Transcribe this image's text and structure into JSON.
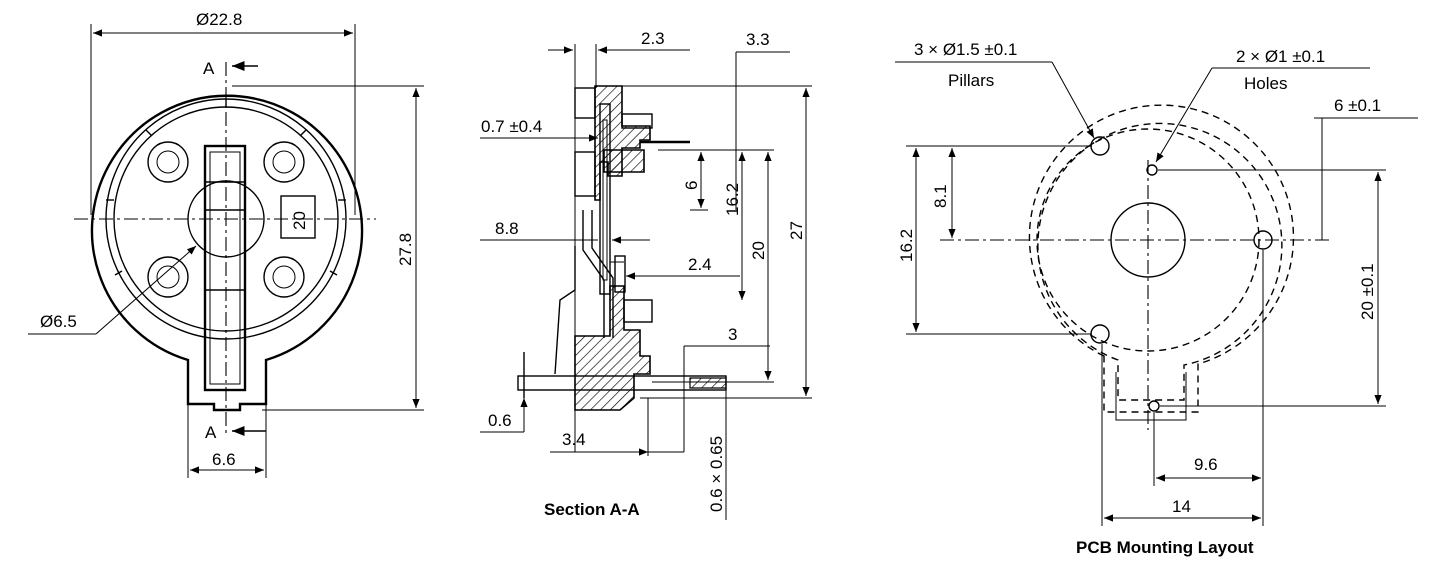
{
  "front_view": {
    "dim_diameter": "Ø22.8",
    "dim_height": "27.8",
    "dim_width": "6.6",
    "dim_center_hole": "Ø6.5",
    "box_value": "20",
    "section_mark": "A"
  },
  "section_view": {
    "title": "Section A-A",
    "dim_2_3": "2.3",
    "dim_3_3": "3.3",
    "dim_0_7": "0.7 ±0.4",
    "dim_6": "6",
    "dim_16_2": "16.2",
    "dim_8_8": "8.8",
    "dim_20": "20",
    "dim_27": "27",
    "dim_2_4": "2.4",
    "dim_3": "3",
    "dim_0_6": "0.6",
    "dim_3_4": "3.4",
    "dim_pin": "0.6 × 0.65"
  },
  "pcb_view": {
    "title": "PCB Mounting Layout",
    "pillars_spec": "3 × Ø1.5 ±0.1",
    "pillars_label": "Pillars",
    "holes_spec": "2 × Ø1 ±0.1",
    "holes_label": "Holes",
    "dim_6": "6 ±0.1",
    "dim_8_1": "8.1",
    "dim_16_2": "16.2",
    "dim_20": "20 ±0.1",
    "dim_9_6": "9.6",
    "dim_14": "14"
  }
}
